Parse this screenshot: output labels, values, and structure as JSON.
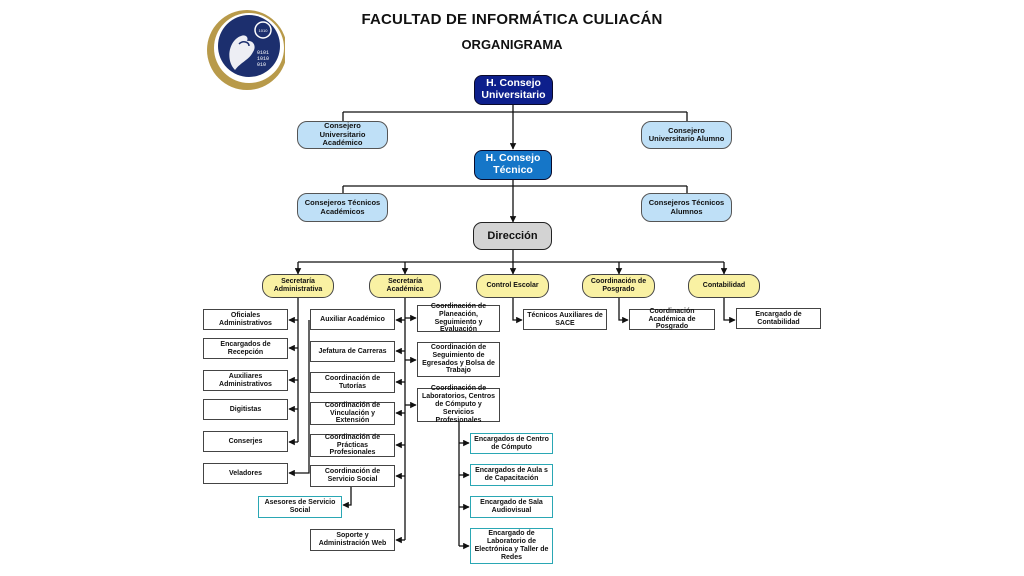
{
  "header": {
    "title": "FACULTAD DE INFORMÁTICA CULIACÁN",
    "subtitle": "ORGANIGRAMA"
  },
  "logo": {
    "text": "1010",
    "lines": [
      "0101",
      "1010",
      "010"
    ]
  },
  "colors": {
    "navy": "#0d1f8c",
    "blue": "#1576c8",
    "light_blue": "#bfe0f7",
    "gray": "#d3d3d3",
    "yellow": "#f9f1a3",
    "teal": "#2aa7b4",
    "gold": "#b89a4a"
  },
  "nodes": {
    "consejo_universitario": "H. Consejo Universitario",
    "cu_academico": "Consejero Universitario Académico",
    "cu_alumno": "Consejero Universitario Alumno",
    "consejo_tecnico": "H. Consejo Técnico",
    "ct_academicos": "Consejeros Técnicos Académicos",
    "ct_alumnos": "Consejeros Técnicos Alumnos",
    "direccion": "Dirección",
    "sec_administrativa": "Secretaría Administrativa",
    "sec_academica": "Secretaría Académica",
    "control_escolar": "Control Escolar",
    "coord_posgrado": "Coordinación de Posgrado",
    "contabilidad": "Contabilidad",
    "oficiales": "Oficiales Administrativos",
    "encargados_recepcion": "Encargados de Recepción",
    "auxiliares_admin": "Auxiliares Administrativos",
    "digitistas": "Digitistas",
    "conserjes": "Conserjes",
    "veladores": "Veladores",
    "auxiliar_academico": "Auxiliar Académico",
    "jefatura_carreras": "Jefatura de Carreras",
    "coord_tutorias": "Coordinación de Tutorías",
    "coord_vinculacion": "Coordinación de Vinculación y Extensión",
    "coord_practicas": "Coordinación de Prácticas Profesionales",
    "coord_servicio_social": "Coordinación de Servicio Social",
    "asesores_servicio_social": "Asesores de Servicio Social",
    "soporte_web": "Soporte y Administración Web",
    "coord_planeacion": "Coordinación de Planeación, Seguimiento y Evaluación",
    "coord_egresados": "Coordinación de Seguimiento de Egresados y Bolsa de Trabajo",
    "coord_laboratorios": "Coordinación de Laboratorios, Centros de Cómputo y Servicios Profesionales",
    "enc_centro_computo": "Encargados de Centro de Cómputo",
    "enc_aulas": "Encargados de Aula s de Capacitación",
    "enc_sala": "Encargado de Sala Audiovisual",
    "enc_laboratorio": "Encargado de Laboratorio de Electrónica y Taller de Redes",
    "tecnicos_sace": "Técnicos Auxiliares de SACE",
    "coord_academica_posgrado": "Coordinación Académica de Posgrado",
    "enc_contabilidad": "Encargado de Contabilidad"
  }
}
